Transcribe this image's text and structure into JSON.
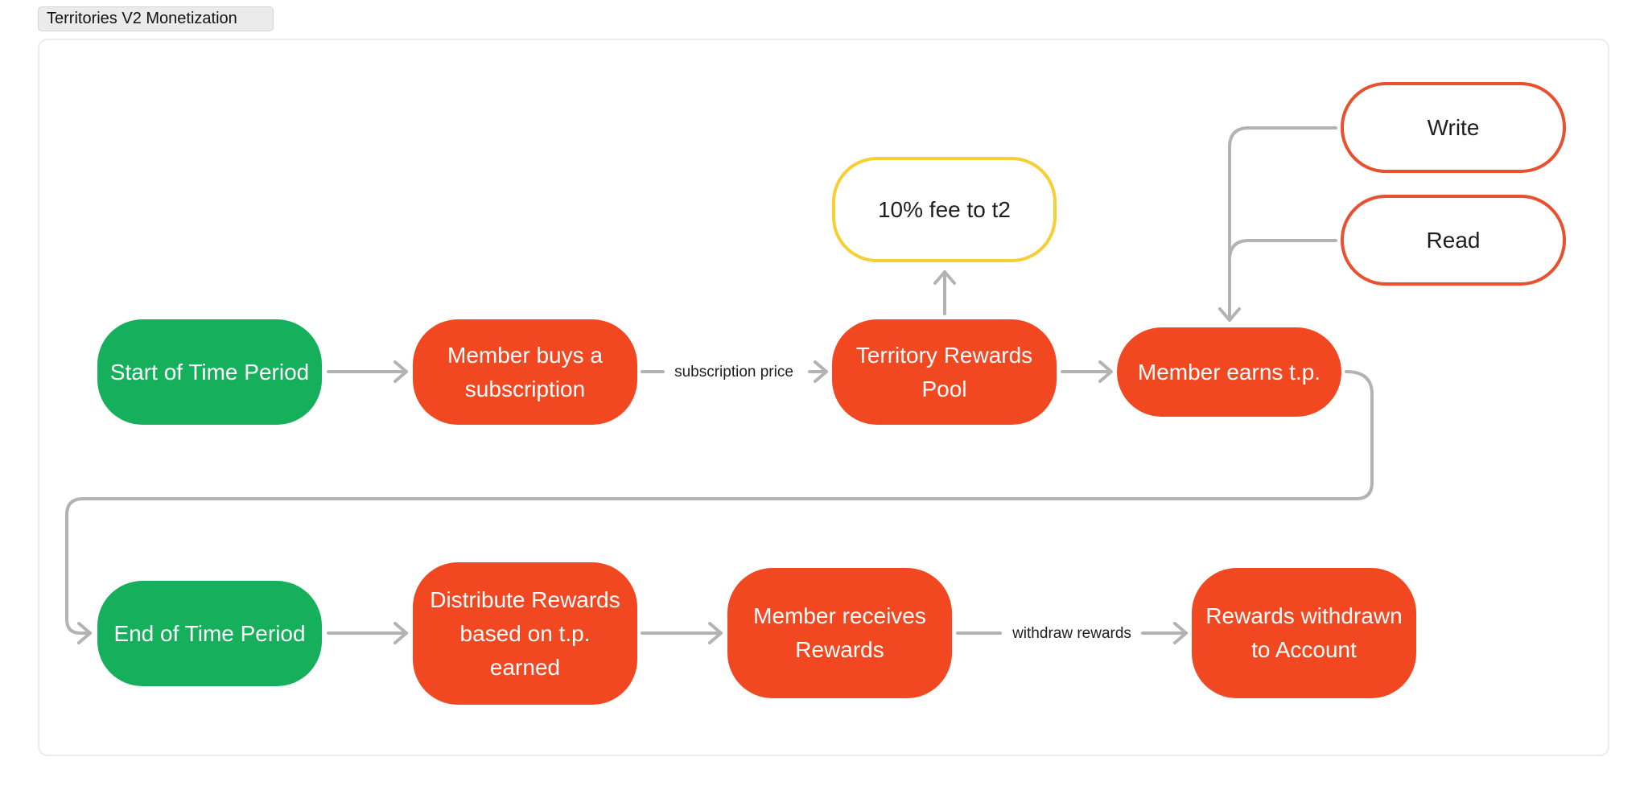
{
  "frame": {
    "title": "Territories V2 Monetization"
  },
  "nodes": {
    "start": "Start of Time Period",
    "buy": "Member buys a subscription",
    "pool": "Territory Rewards Pool",
    "fee": "10% fee to t2",
    "earn": "Member earns t.p.",
    "write": "Write",
    "read": "Read",
    "end": "End of Time Period",
    "distribute": "Distribute Rewards based on t.p. earned",
    "receive": "Member receives Rewards",
    "withdrawn": "Rewards withdrawn to Account"
  },
  "edge_labels": {
    "subscription_price": "subscription price",
    "withdraw_rewards": "withdraw rewards"
  },
  "colors": {
    "green": "#16af5b",
    "orange": "#f24822",
    "yellow_outline": "#f6cf35",
    "connector": "#b3b3b3"
  }
}
